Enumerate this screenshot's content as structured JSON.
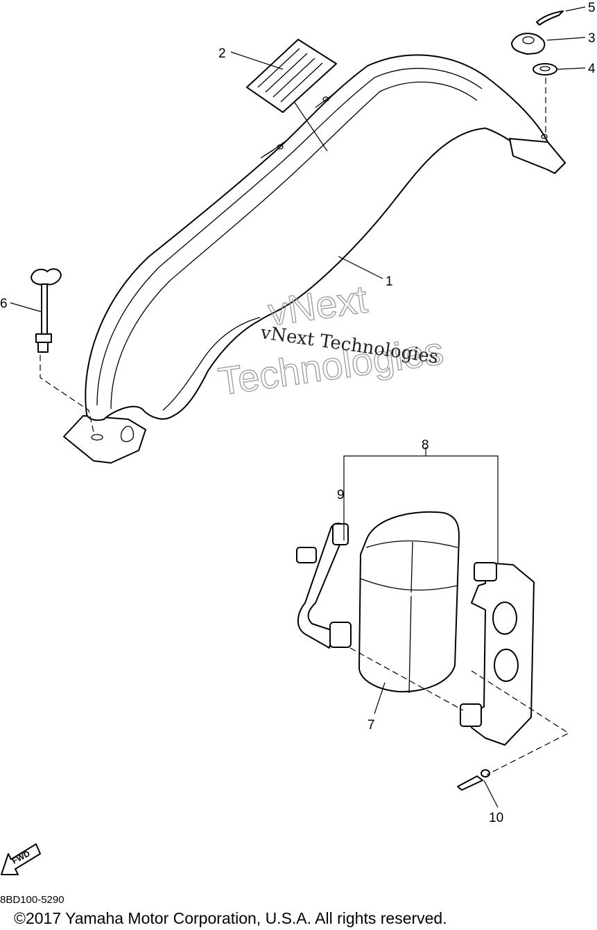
{
  "callouts": {
    "c1": "1",
    "c2": "2",
    "c3": "3",
    "c4": "4",
    "c5": "5",
    "c6": "6",
    "c7": "7",
    "c8": "8",
    "c9": "9",
    "c10": "10"
  },
  "watermark": {
    "line1": "vNext Technologies",
    "outline_line1": "vNext",
    "outline_line2": "Technologies"
  },
  "fwd_label": "FWD",
  "reference_code": "8BD100-5290",
  "copyright": "©2017 Yamaha Motor Corporation, U.S.A. All rights reserved."
}
